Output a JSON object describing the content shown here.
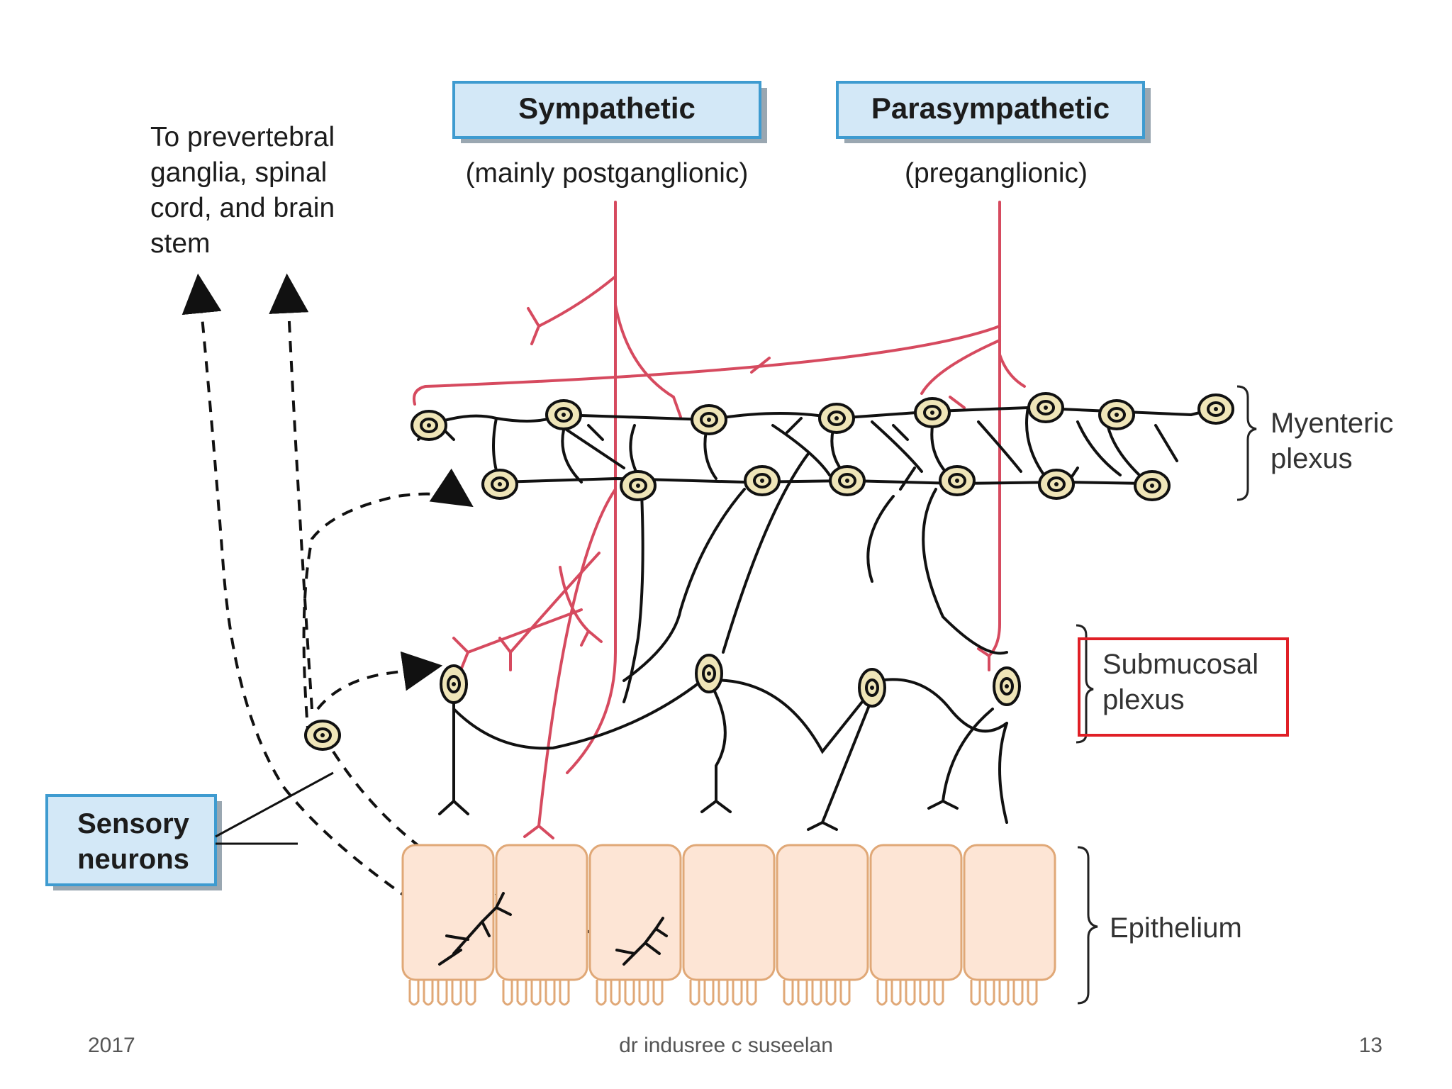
{
  "labels": {
    "sympathetic": "Sympathetic",
    "sympathetic_sub": "(mainly postganglionic)",
    "parasympathetic": "Parasympathetic",
    "parasympathetic_sub": "(preganglionic)",
    "prevertebral": [
      "To prevertebral",
      "ganglia, spinal",
      "cord, and brain",
      "stem"
    ],
    "myenteric": [
      "Myenteric",
      "plexus"
    ],
    "submucosal": [
      "Submucosal",
      "plexus"
    ],
    "epithelium": "Epithelium",
    "sensory": [
      "Sensory",
      "neurons"
    ]
  },
  "footer": {
    "year": "2017",
    "author": "dr indusree c suseelan",
    "page": "13"
  },
  "colors": {
    "box_fill": "#d3e8f7",
    "box_border": "#3e9bd0",
    "red_fiber": "#d64a5f",
    "neuron_fill": "#efe5b8",
    "cell_fill": "#fde5d5",
    "cell_border": "#e0a877",
    "highlight": "#e01f26"
  }
}
